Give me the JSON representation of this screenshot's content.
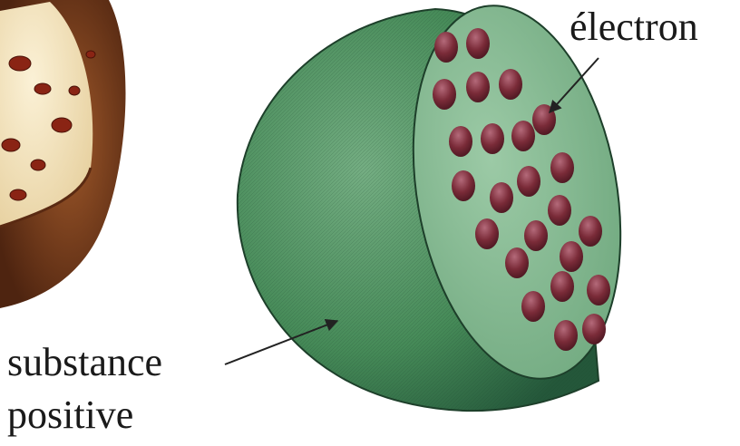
{
  "labels": {
    "electron": "électron",
    "positive_line1": "substance",
    "positive_line2": "positive"
  },
  "colors": {
    "sphere_green": "#3f7c52",
    "cut_face_green": "#80b890",
    "electron_maroon": "#7a2b38",
    "cake_crust": "#6b3418",
    "cake_crumb": "#f1e3bd",
    "raisin": "#8a2414"
  },
  "illustration": {
    "left_inset": "cut plum pudding with raisins",
    "main": "Thomson atom model: sphere of positive substance with embedded electrons"
  }
}
